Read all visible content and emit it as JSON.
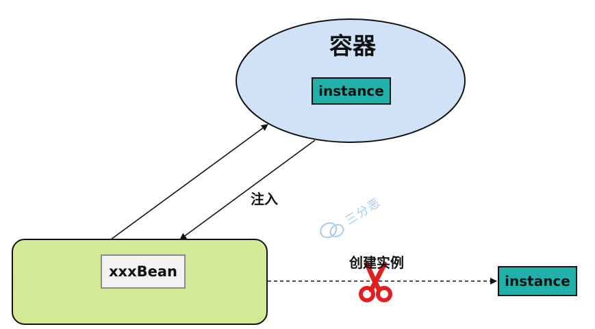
{
  "container": {
    "title": "容器",
    "instance_label": "instance"
  },
  "bean": {
    "label": "xxxBean"
  },
  "external_instance": {
    "label": "instance"
  },
  "edges": {
    "inject_label": "注入",
    "create_label": "创建实例"
  },
  "watermark": {
    "text": "三分恶"
  },
  "colors": {
    "container_fill": "#cfe2f8",
    "bean_fill": "#d2ea96",
    "instance_fill": "#20b2aa",
    "cancel_mark": "#e02020"
  },
  "icons": {
    "cancel": "scissors-icon",
    "watermark": "wechat-icon"
  }
}
